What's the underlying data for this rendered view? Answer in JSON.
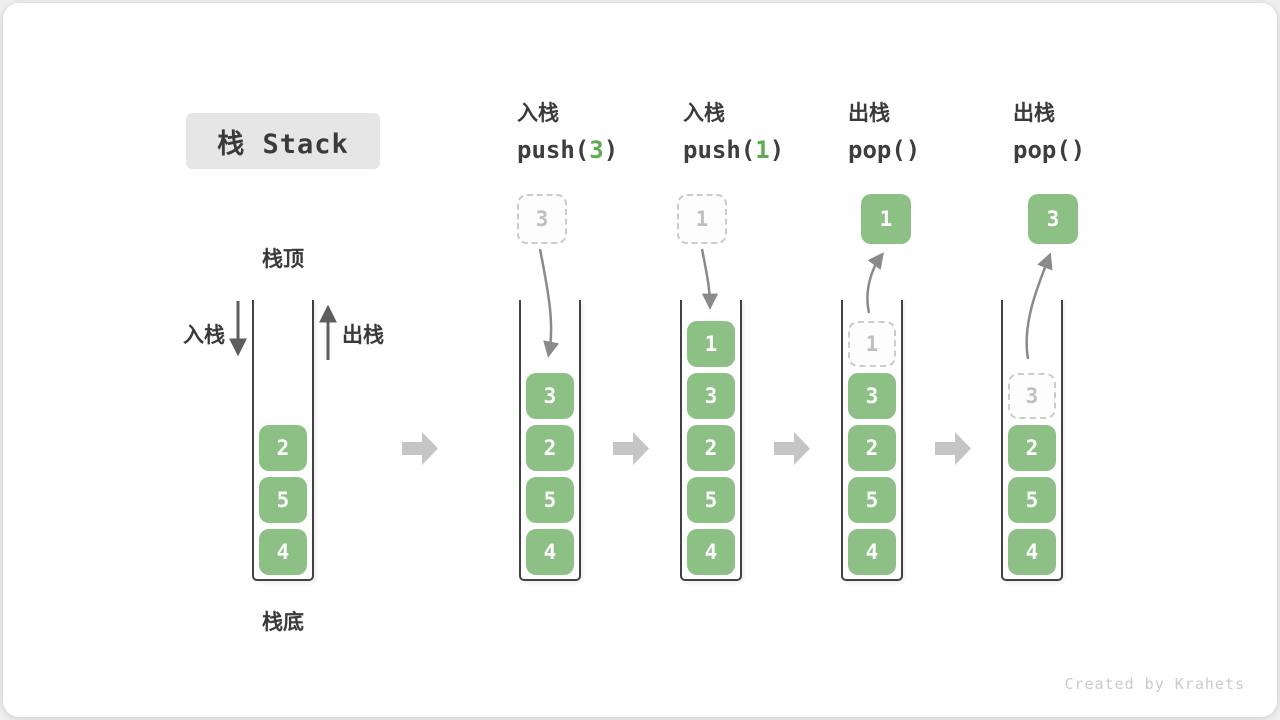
{
  "title": {
    "label": "栈 Stack"
  },
  "annotations": {
    "stack_top": "栈顶",
    "stack_bottom": "栈底",
    "push_side": "入栈",
    "pop_side": "出栈"
  },
  "operations": [
    {
      "label": "入栈",
      "code_pre": "push(",
      "code_accent": "3",
      "code_post": ")"
    },
    {
      "label": "入栈",
      "code_pre": "push(",
      "code_accent": "1",
      "code_post": ")"
    },
    {
      "label": "出栈",
      "code_pre": "pop()",
      "code_accent": "",
      "code_post": ""
    },
    {
      "label": "出栈",
      "code_pre": "pop()",
      "code_accent": "",
      "code_post": ""
    }
  ],
  "floating_boxes": [
    {
      "value": "3",
      "style": "ghost"
    },
    {
      "value": "1",
      "style": "ghost"
    },
    {
      "value": "1",
      "style": "solid"
    },
    {
      "value": "3",
      "style": "solid"
    }
  ],
  "stacks": [
    {
      "items": [
        {
          "value": "2",
          "style": "solid",
          "slot": 2
        },
        {
          "value": "5",
          "style": "solid",
          "slot": 3
        },
        {
          "value": "4",
          "style": "solid",
          "slot": 4
        }
      ]
    },
    {
      "items": [
        {
          "value": "3",
          "style": "solid",
          "slot": 1
        },
        {
          "value": "2",
          "style": "solid",
          "slot": 2
        },
        {
          "value": "5",
          "style": "solid",
          "slot": 3
        },
        {
          "value": "4",
          "style": "solid",
          "slot": 4
        }
      ]
    },
    {
      "items": [
        {
          "value": "1",
          "style": "solid",
          "slot": 0
        },
        {
          "value": "3",
          "style": "solid",
          "slot": 1
        },
        {
          "value": "2",
          "style": "solid",
          "slot": 2
        },
        {
          "value": "5",
          "style": "solid",
          "slot": 3
        },
        {
          "value": "4",
          "style": "solid",
          "slot": 4
        }
      ]
    },
    {
      "items": [
        {
          "value": "1",
          "style": "ghost",
          "slot": 0
        },
        {
          "value": "3",
          "style": "solid",
          "slot": 1
        },
        {
          "value": "2",
          "style": "solid",
          "slot": 2
        },
        {
          "value": "5",
          "style": "solid",
          "slot": 3
        },
        {
          "value": "4",
          "style": "solid",
          "slot": 4
        }
      ]
    },
    {
      "items": [
        {
          "value": "3",
          "style": "ghost",
          "slot": 1
        },
        {
          "value": "2",
          "style": "solid",
          "slot": 2
        },
        {
          "value": "5",
          "style": "solid",
          "slot": 3
        },
        {
          "value": "4",
          "style": "solid",
          "slot": 4
        }
      ]
    }
  ],
  "watermark": "Created by Krahets",
  "colors": {
    "box_green": "#8CC084",
    "accent_green": "#5FAB52",
    "ghost_border": "#CBCBCB",
    "ghost_text": "#BFBFBF",
    "arrow_gray": "#8A8A8A",
    "arrow_dark": "#5E5E5E",
    "block_arrow": "#C5C5C5",
    "title_bg": "#E6E6E6"
  }
}
